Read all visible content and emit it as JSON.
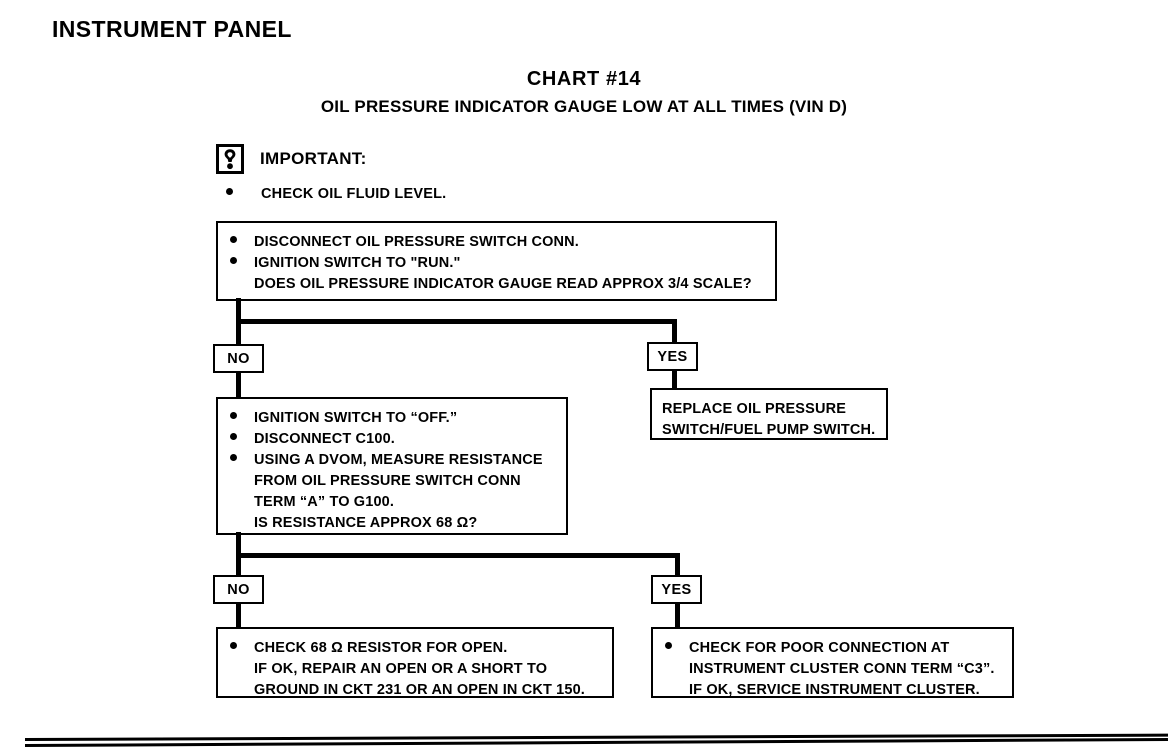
{
  "page": {
    "section_header": "INSTRUMENT PANEL",
    "chart_title": "CHART #14",
    "chart_subtitle": "OIL PRESSURE INDICATOR GAUGE LOW AT ALL TIMES (VIN D)"
  },
  "important": {
    "icon": "exclamation-in-box-icon",
    "label": "IMPORTANT:",
    "items": [
      "CHECK OIL FLUID LEVEL."
    ]
  },
  "flow": {
    "step1": {
      "lines": [
        {
          "bullet": true,
          "text": "DISCONNECT OIL PRESSURE SWITCH CONN."
        },
        {
          "bullet": true,
          "text": "IGNITION SWITCH TO \"RUN.\""
        },
        {
          "bullet": false,
          "text": "DOES OIL PRESSURE INDICATOR GAUGE READ APPROX 3/4 SCALE?"
        }
      ]
    },
    "branch1": {
      "no_label": "NO",
      "yes_label": "YES"
    },
    "result1_yes": {
      "lines": [
        {
          "bullet": false,
          "text": "REPLACE OIL PRESSURE"
        },
        {
          "bullet": false,
          "text": "SWITCH/FUEL PUMP SWITCH."
        }
      ]
    },
    "step2": {
      "lines": [
        {
          "bullet": true,
          "text": "IGNITION SWITCH TO “OFF.”"
        },
        {
          "bullet": true,
          "text": "DISCONNECT C100."
        },
        {
          "bullet": true,
          "text": "USING A DVOM, MEASURE RESISTANCE"
        },
        {
          "bullet": false,
          "text": "FROM OIL PRESSURE SWITCH CONN"
        },
        {
          "bullet": false,
          "text": "TERM “A” TO G100."
        },
        {
          "bullet": false,
          "text": "IS RESISTANCE APPROX 68 Ω?"
        }
      ]
    },
    "branch2": {
      "no_label": "NO",
      "yes_label": "YES"
    },
    "result2_no": {
      "lines": [
        {
          "bullet": true,
          "text": "CHECK 68 Ω RESISTOR FOR OPEN."
        },
        {
          "bullet": false,
          "text": "IF OK, REPAIR AN OPEN OR A SHORT TO"
        },
        {
          "bullet": false,
          "text": "GROUND IN CKT 231 OR AN OPEN IN CKT 150."
        }
      ]
    },
    "result2_yes": {
      "lines": [
        {
          "bullet": true,
          "text": "CHECK FOR POOR CONNECTION AT"
        },
        {
          "bullet": false,
          "text": "INSTRUMENT CLUSTER CONN TERM “C3”."
        },
        {
          "bullet": false,
          "text": "IF OK, SERVICE INSTRUMENT CLUSTER."
        }
      ]
    }
  },
  "colors": {
    "ink": "#000000",
    "paper": "#ffffff"
  }
}
